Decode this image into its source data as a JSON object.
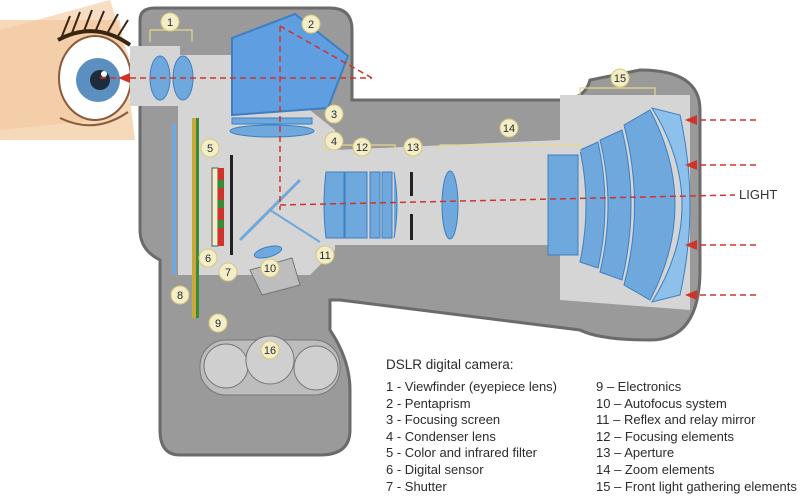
{
  "diagram": {
    "light_label": "LIGHT",
    "legend_title": "DSLR digital camera:",
    "legend_left": [
      "1 - Viewfinder (eyepiece lens)",
      "2 - Pentaprism",
      "3 - Focusing screen",
      "4 - Condenser lens",
      "5 - Color and infrared filter",
      "6 - Digital sensor",
      "7 - Shutter"
    ],
    "legend_right": [
      "9 – Electronics",
      "10 – Autofocus system",
      "11 – Reflex and relay mirror",
      "12 – Focusing elements",
      "13 – Aperture",
      "14 – Zoom elements",
      "15 – Front light gathering elements"
    ],
    "callouts": [
      "1",
      "2",
      "3",
      "4",
      "5",
      "6",
      "7",
      "8",
      "9",
      "10",
      "11",
      "12",
      "13",
      "14",
      "15",
      "16"
    ]
  },
  "colors": {
    "body": "#9a9a9a",
    "body_outline": "#6b6b6b",
    "interior": "#d5d5d5",
    "glass": "#6fa8dc",
    "glass_dark": "#3d7fc1",
    "prism": "#5f9ee0",
    "light_ray": "#d0332b",
    "marker": "#f3edc9"
  }
}
